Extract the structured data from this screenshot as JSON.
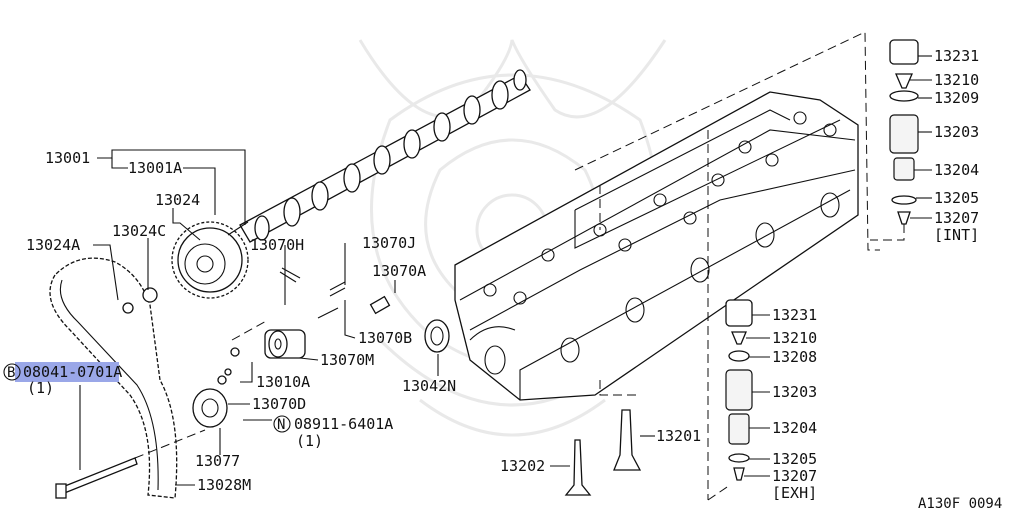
{
  "labels": {
    "p13001": "13001",
    "p13001a": "13001A",
    "p13024": "13024",
    "p13024c": "13024C",
    "p13024a": "13024A",
    "p13070h": "13070H",
    "p13070j": "13070J",
    "p13070a": "13070A",
    "p13070b": "13070B",
    "p13070m": "13070M",
    "p13010a": "13010A",
    "p13070d": "13070D",
    "p13042n": "13042N",
    "p08911": "08911-6401A",
    "p08911_qty": "(1)",
    "p08911_prefix": "N",
    "p08041_prefix": "B",
    "p08041": "08041-0701A",
    "p08041_qty": "(1)",
    "p13077": "13077",
    "p13028m": "13028M",
    "p13202": "13202",
    "p13201": "13201",
    "int_13231": "13231",
    "int_13210": "13210",
    "int_13209": "13209",
    "int_13203": "13203",
    "int_13204": "13204",
    "int_13205": "13205",
    "int_13207": "13207",
    "int_tag": "[INT]",
    "exh_13231": "13231",
    "exh_13210": "13210",
    "exh_13208": "13208",
    "exh_13203": "13203",
    "exh_13204": "13204",
    "exh_13205": "13205",
    "exh_13207": "13207",
    "exh_tag": "[EXH]",
    "figure_code": "A130F 0094"
  },
  "colors": {
    "line": "#111111",
    "highlight": "#9aa7e8",
    "watermark": "#e9e9e9"
  }
}
